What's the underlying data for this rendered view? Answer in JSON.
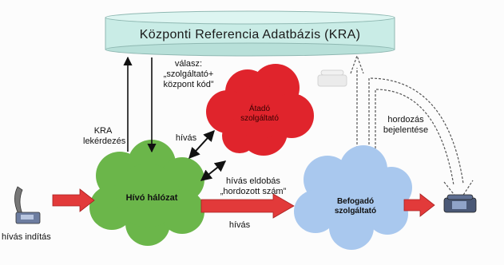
{
  "database": {
    "title": "Központi Referencia Adatbázis (KRA)"
  },
  "nodes": {
    "caller_network": "Hívó hálózat",
    "donor_provider": [
      "Átadó",
      "szolgáltató"
    ],
    "recipient_provider": [
      "Befogadó",
      "szolgáltató"
    ]
  },
  "labels": {
    "kra_query": [
      "KRA",
      "lekérdezés"
    ],
    "answer": [
      "válasz:",
      "„szolgáltató+",
      "központ kód”"
    ],
    "call_to_donor": "hívás",
    "call_forwarded": [
      "hívás eldobás",
      "„hordozott szám”"
    ],
    "call_bottom": "hívás",
    "porting_notice": [
      "hordozás",
      "bejelentése"
    ],
    "call_start": "hívás indítás"
  },
  "colors": {
    "db_fill": "#c9ece6",
    "cloud_green": "#6bb64a",
    "cloud_red": "#e0242c",
    "cloud_blue": "#a9c8ee",
    "arrow_red": "#e23a3a"
  },
  "icons": [
    "phone-icon-left",
    "phone-icon-right",
    "phone-icon-faded"
  ]
}
